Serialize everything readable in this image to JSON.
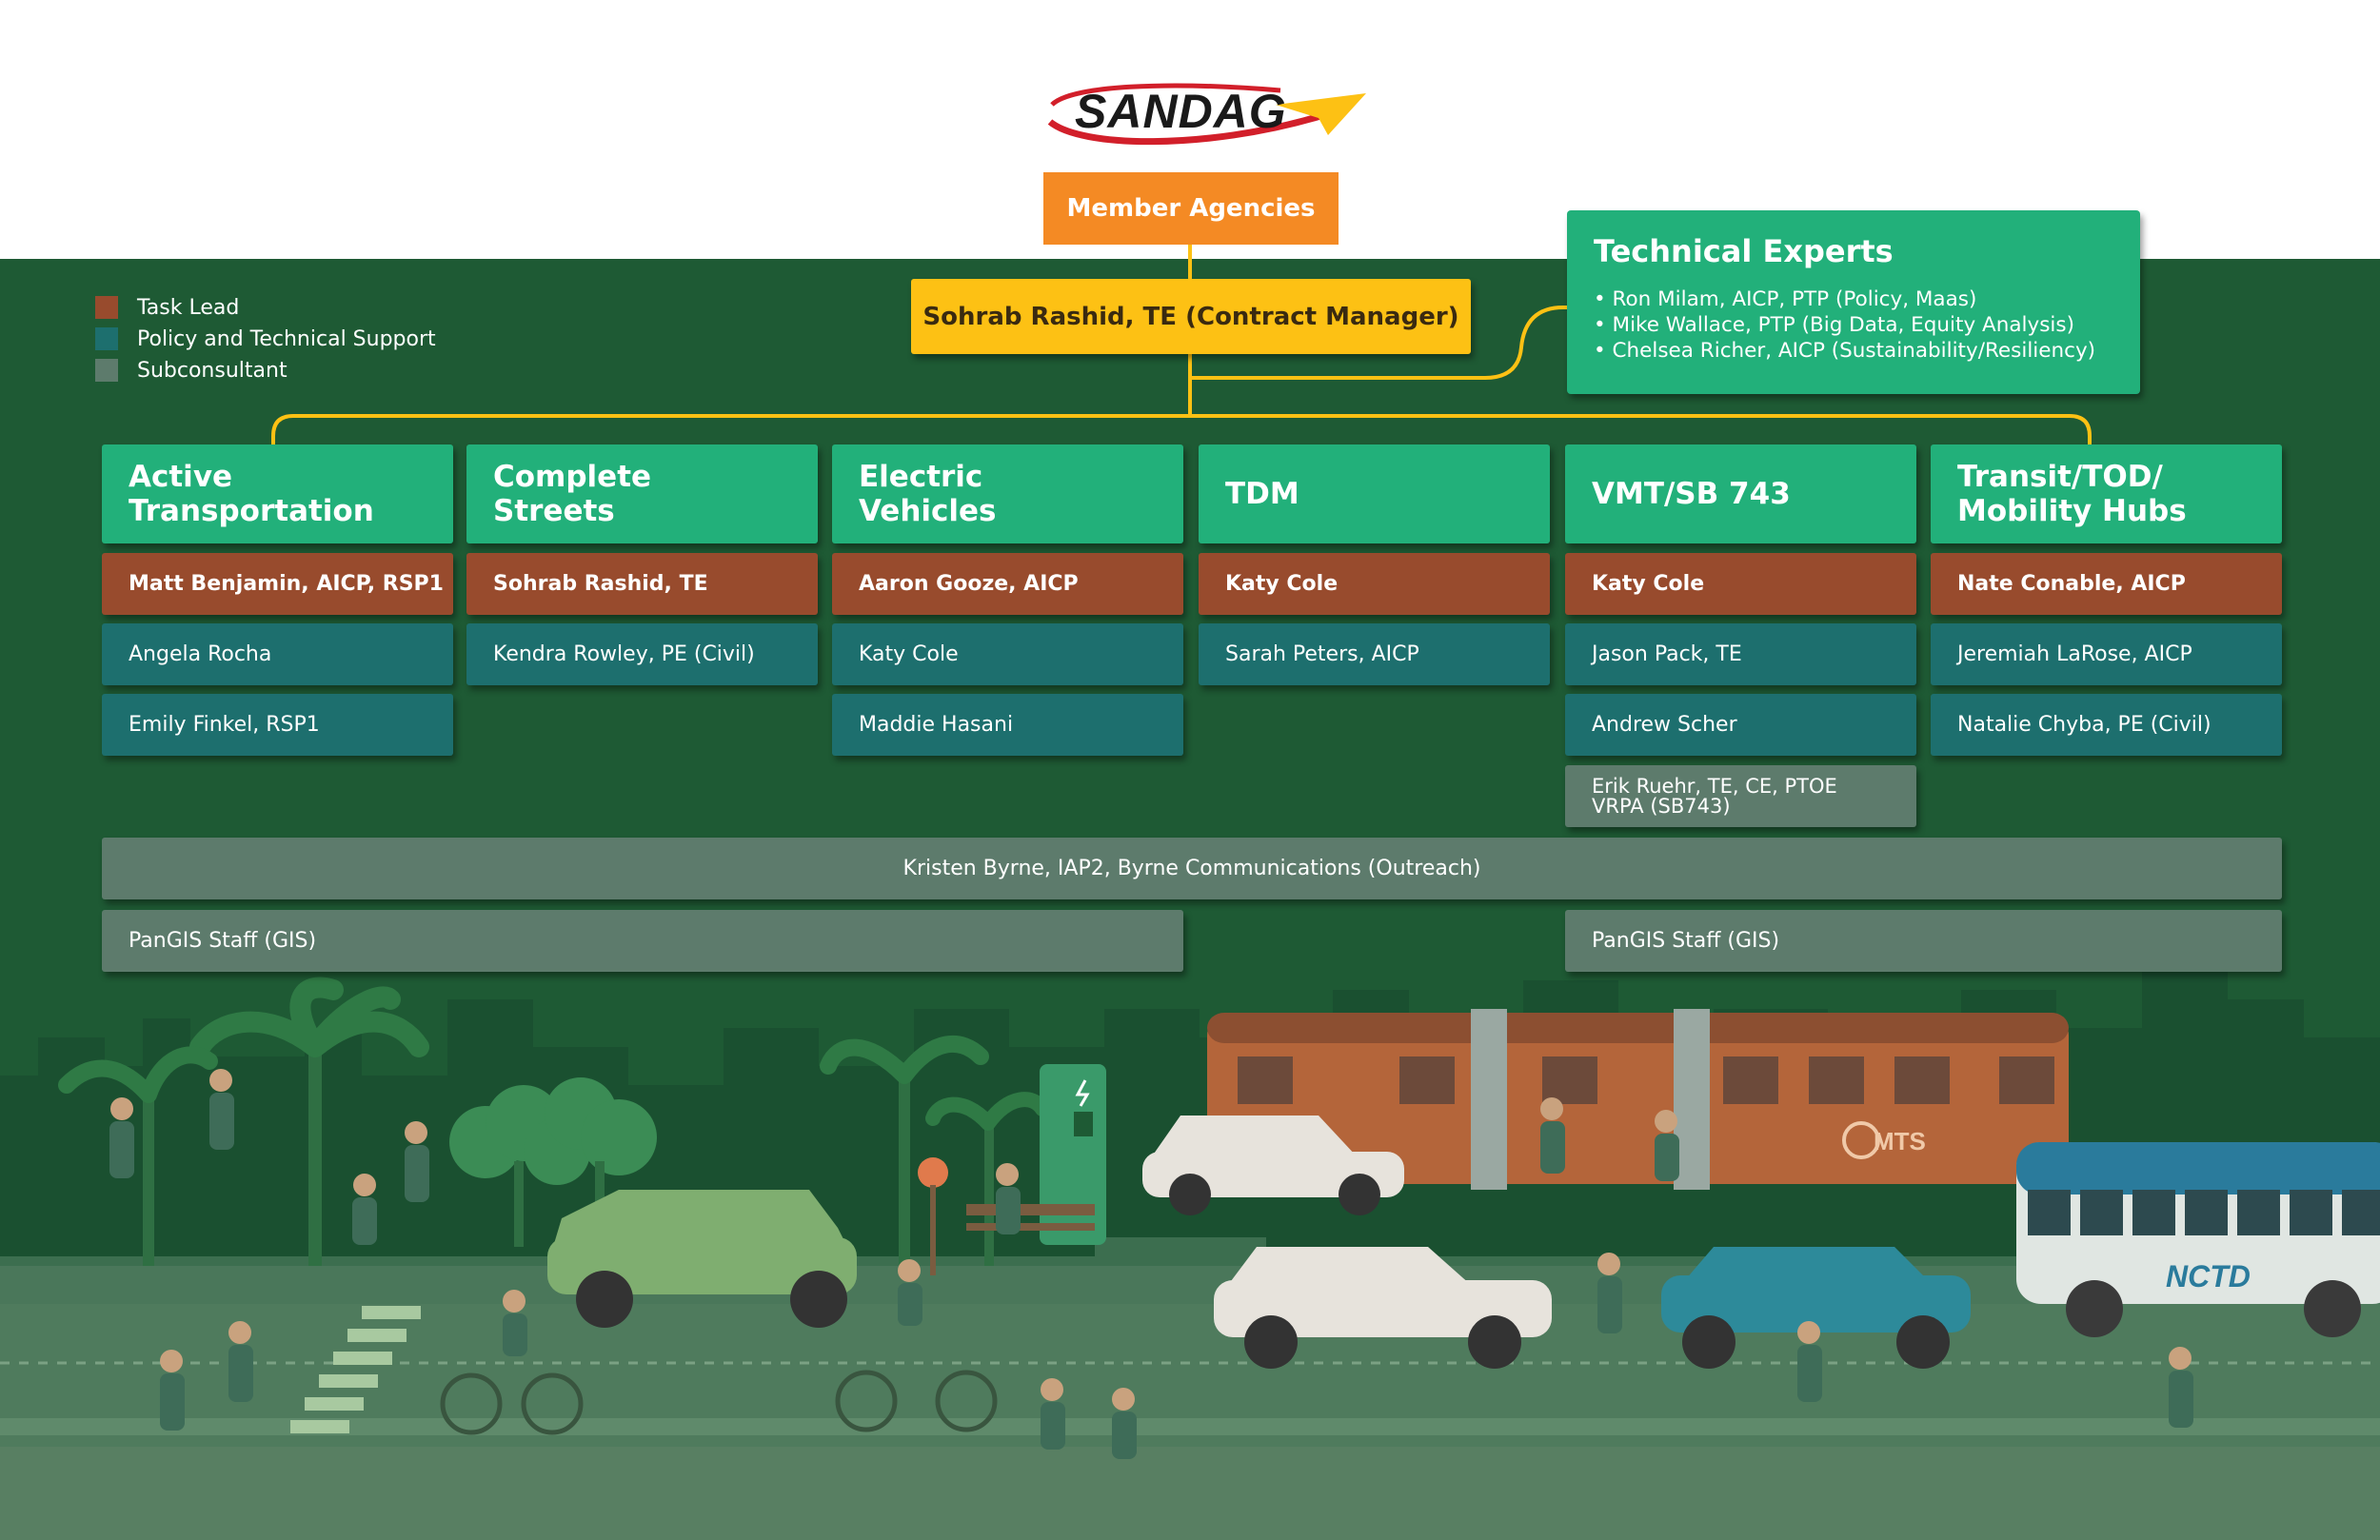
{
  "logo": {
    "text": "SANDAG"
  },
  "colors": {
    "task_lead": "#984b2d",
    "policy_support": "#1d6f6e",
    "subconsultant": "#5d7b6c",
    "header_green": "#22b07a",
    "member_orange": "#f48a24",
    "manager_yellow": "#fdc114",
    "dark_green": "#1e5a34"
  },
  "top": {
    "member_agencies": "Member Agencies",
    "contract_manager": "Sohrab Rashid, TE (Contract Manager)"
  },
  "legend": [
    {
      "label": "Task Lead",
      "color": "#984b2d"
    },
    {
      "label": "Policy and Technical Support",
      "color": "#1d6f6e"
    },
    {
      "label": "Subconsultant",
      "color": "#5d7b6c"
    }
  ],
  "technical_experts": {
    "title": "Technical Experts",
    "items": [
      "• Ron Milam, AICP, PTP (Policy, Maas)",
      "• Mike Wallace, PTP (Big Data, Equity Analysis)",
      "• Chelsea Richer, AICP (Sustainability/Resiliency)"
    ]
  },
  "columns": [
    {
      "title": "Active\nTransportation",
      "lead": "Matt Benjamin, AICP, RSP1",
      "support": [
        "Angela Rocha",
        "Emily Finkel, RSP1"
      ]
    },
    {
      "title": "Complete\nStreets",
      "lead": "Sohrab Rashid, TE",
      "support": [
        "Kendra Rowley, PE (Civil)"
      ]
    },
    {
      "title": "Electric\nVehicles",
      "lead": "Aaron Gooze, AICP",
      "support": [
        "Katy Cole",
        "Maddie Hasani"
      ]
    },
    {
      "title": "TDM",
      "lead": "Katy Cole",
      "support": [
        "Sarah Peters, AICP"
      ]
    },
    {
      "title": "VMT/SB 743",
      "lead": "Katy Cole",
      "support": [
        "Jason Pack, TE",
        "Andrew Scher"
      ],
      "subconsultant": "Erik Ruehr, TE, CE, PTOE\nVRPA (SB743)"
    },
    {
      "title": "Transit/TOD/\nMobility Hubs",
      "lead": "Nate Conable, AICP",
      "support": [
        "Jeremiah LaRose, AICP",
        "Natalie Chyba, PE (Civil)"
      ]
    }
  ],
  "outreach": "Kristen Byrne, IAP2, Byrne Communications (Outreach)",
  "gis": [
    "PanGIS Staff (GIS)",
    "PanGIS Staff (GIS)"
  ],
  "scene": {
    "mts_logo": "MTS",
    "nctd_logo": "NCTD"
  }
}
